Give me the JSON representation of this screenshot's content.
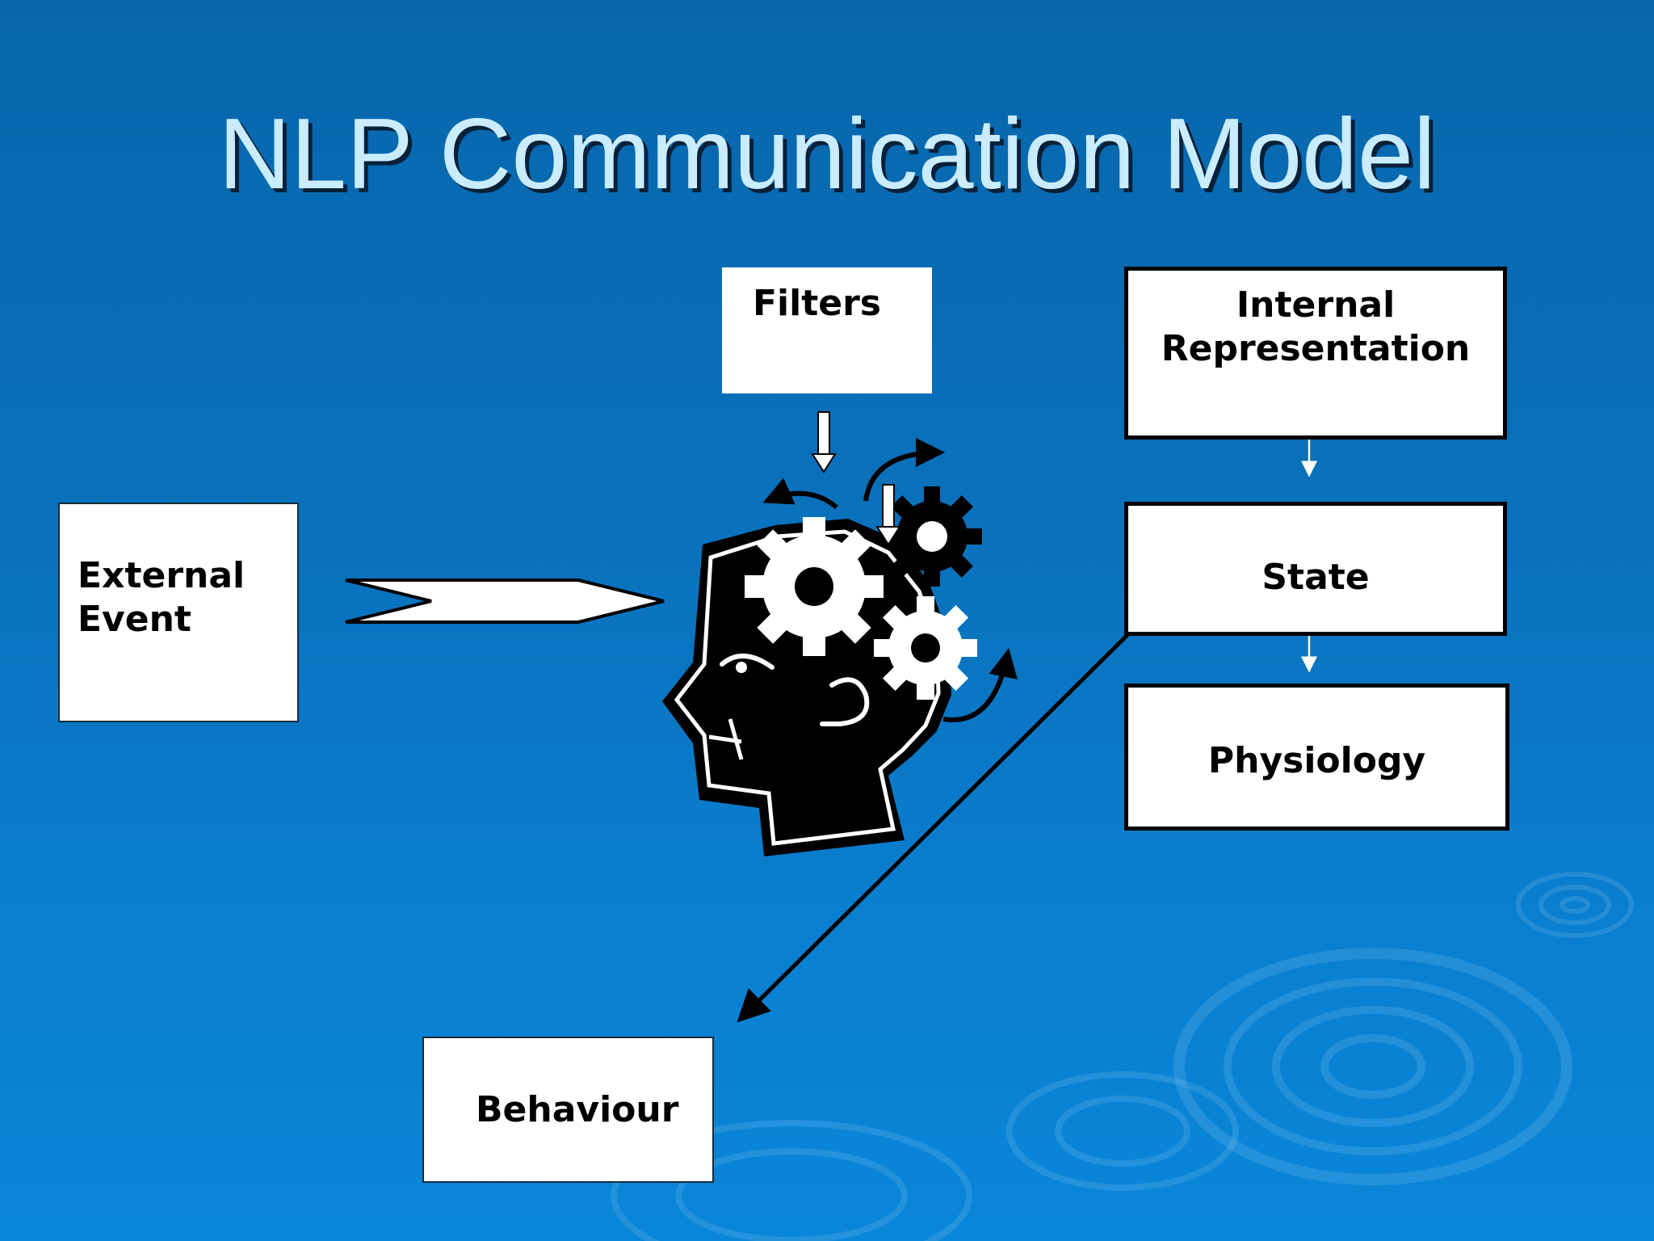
{
  "slide": {
    "title": "NLP Communication Model"
  },
  "nodes": {
    "external_event": "External Event",
    "filters": "Filters",
    "internal_representation": "Internal Representation",
    "state": "State",
    "physiology": "Physiology",
    "behaviour": "Behaviour"
  },
  "icons": {
    "head": "head-with-gears-icon"
  },
  "colors": {
    "background_top": "#0766ab",
    "background_bottom": "#0a86d8",
    "title_text": "#c9ecff",
    "box_fill": "#ffffff",
    "line": "#000000"
  }
}
